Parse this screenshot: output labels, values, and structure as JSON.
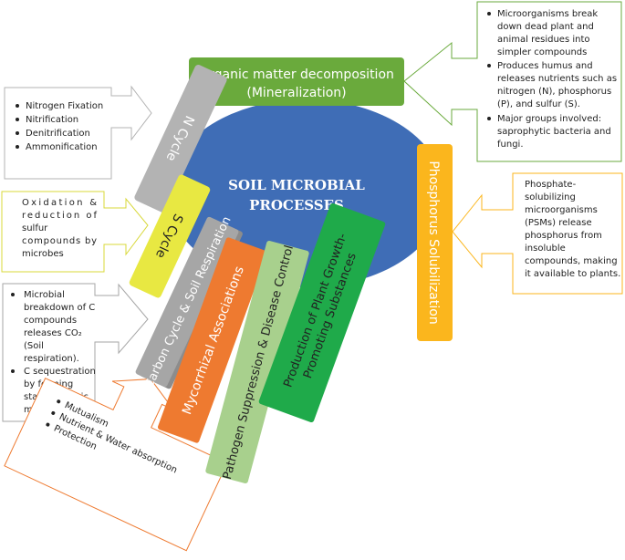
{
  "center": {
    "line1": "SOIL MICROBIAL",
    "line2": "PROCESSES"
  },
  "organic_matter": {
    "title_line1": "Organic matter decomposition",
    "title_line2": "(Mineralization)",
    "bullets": [
      [
        "Microorganisms break",
        "down dead plant and",
        "animal residues into",
        "simpler compounds"
      ],
      [
        "Produces humus and",
        "releases nutrients such as",
        "nitrogen (N), phosphorus",
        "(P), and sulfur (S)."
      ],
      [
        "Major groups involved:",
        "saprophytic bacteria and",
        "fungi."
      ]
    ]
  },
  "n_cycle": {
    "label": "N Cycle",
    "bullets": [
      "Nitrogen Fixation",
      "Nitrification",
      "Denitrification",
      "Ammonification"
    ]
  },
  "s_cycle": {
    "label": "S Cycle",
    "lines": [
      "Oxidation &",
      "reduction of",
      "sulfur",
      "compounds by",
      "microbes"
    ]
  },
  "carbon_cycle": {
    "label": "Carbon Cycle & Soil Respiration",
    "bullets": [
      [
        "Microbial",
        "breakdown of C",
        "compounds",
        "releases CO₂",
        "(Soil",
        "respiration)."
      ],
      [
        "C sequestration",
        "by forming",
        "stable organic",
        "matter."
      ]
    ]
  },
  "mycorrhizal": {
    "label": "Mycorrhizal Associations",
    "bullets": [
      "Mutualism",
      "Nutrient & Water absorption",
      "Protection"
    ]
  },
  "pathogen": {
    "label": "Pathogen Suppression & Disease Control"
  },
  "growth": {
    "label_line1": "Production of Plant Growth-",
    "label_line2": "Promoting Substances"
  },
  "phosphorus": {
    "label": "Phosphorus Solubilization",
    "lines": [
      "Phosphate-",
      "solubilizing",
      "microorganisms",
      "(PSMs) release",
      "phosphorus from",
      "insoluble",
      "compounds, making",
      "it available to plants."
    ]
  },
  "colors": {
    "center": "#3f6db6",
    "organic": "#6aaa3c",
    "n_cycle": "#b3b3b3",
    "s_cycle": "#e8e842",
    "carbon": "#a6a6a6",
    "mycorrhizal": "#ee7a30",
    "pathogen": "#a8d08d",
    "growth": "#1faa4a",
    "phosphorus": "#fbb61d"
  }
}
